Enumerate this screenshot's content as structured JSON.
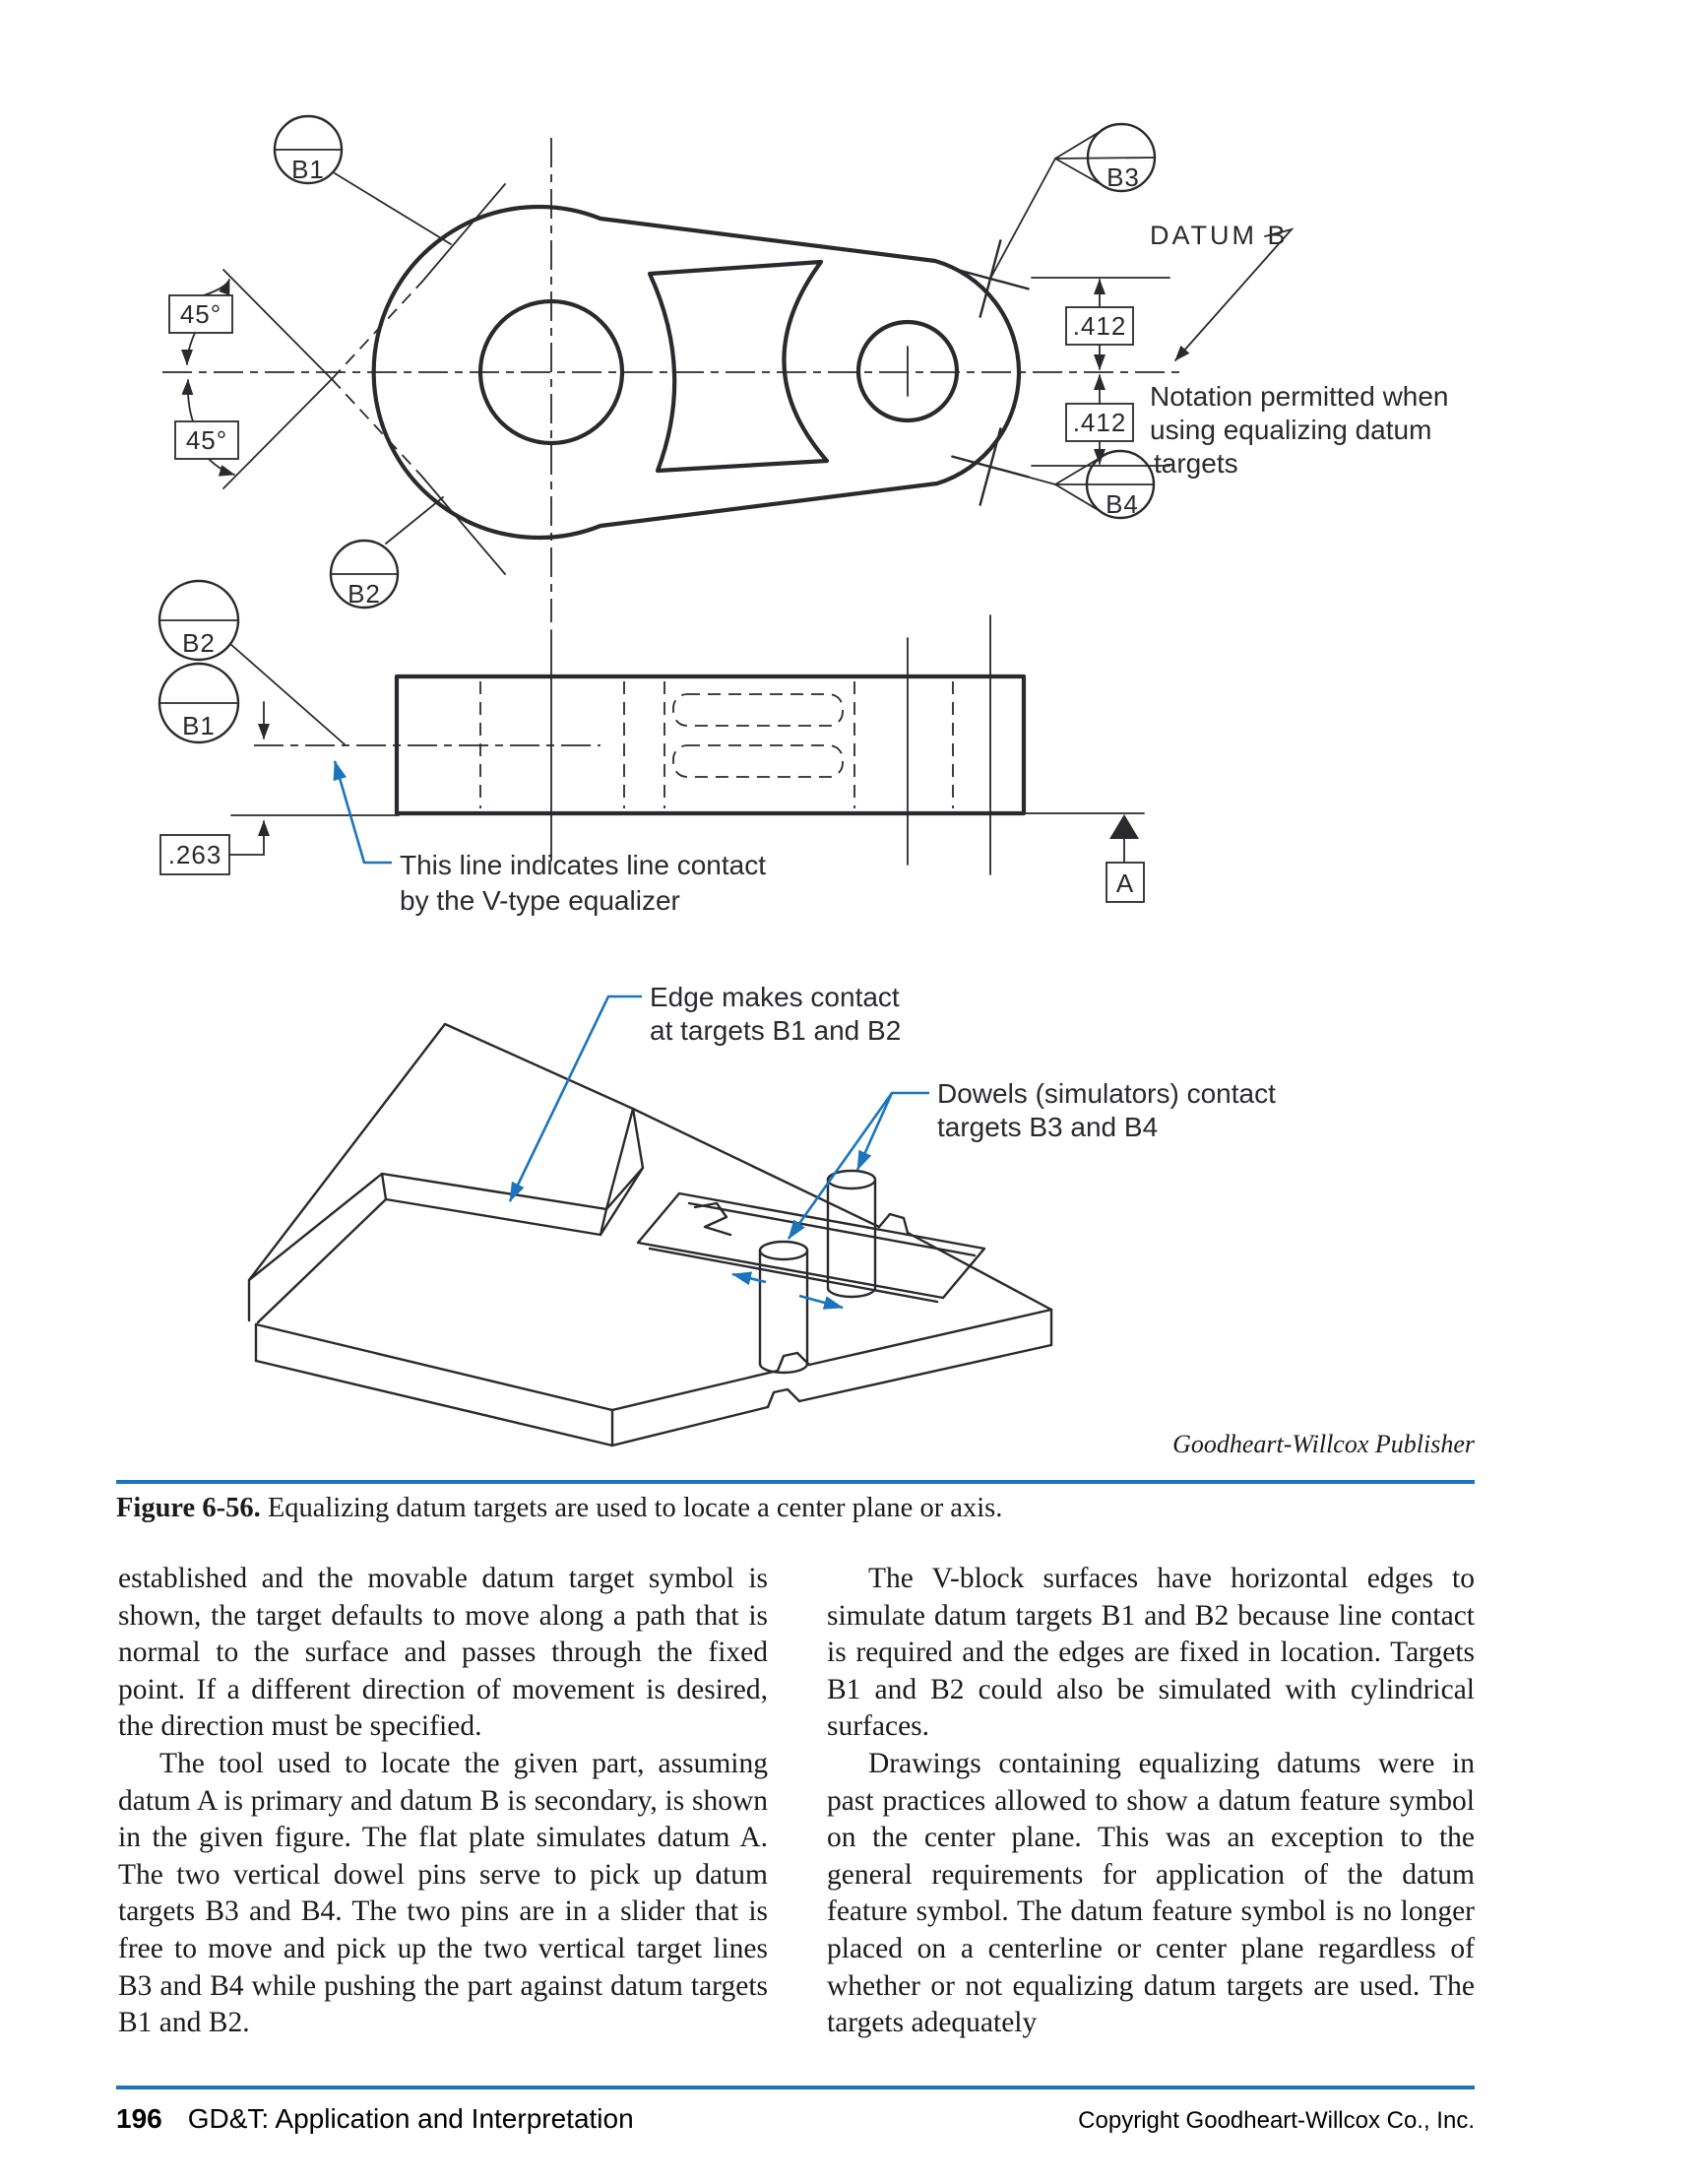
{
  "drawing_top": {
    "balloon_b1": "B1",
    "balloon_b2": "B2",
    "balloon_b3": "B3",
    "balloon_b4": "B4",
    "dim_angle_upper": "45°",
    "dim_angle_lower": "45°",
    "dim_offset_upper": ".412",
    "dim_offset_lower": ".412",
    "datum_b_label": "DATUM B",
    "note_lines": [
      "Notation permitted when",
      "using equalizing datum",
      "targets"
    ]
  },
  "drawing_side": {
    "balloon_b2": "B2",
    "balloon_b1": "B1",
    "dim_offset": ".263",
    "note_lines": [
      "This line indicates line contact",
      "by the V-type equalizer"
    ],
    "datum_a_label": "A"
  },
  "drawing_iso": {
    "note_edge_lines": [
      "Edge makes contact",
      "at targets B1 and B2"
    ],
    "note_dowel_lines": [
      "Dowels (simulators) contact",
      "targets B3 and B4"
    ]
  },
  "credit": "Goodheart-Willcox Publisher",
  "caption": {
    "label": "Figure 6-56.",
    "text": " Equalizing datum targets are used to locate a center plane or axis."
  },
  "body": {
    "left": [
      "established and the movable datum target symbol is shown, the target defaults to move along a path that is normal to the surface and passes through the fixed point. If a different direction of movement is desired, the direction must be specified.",
      "The tool used to locate the given part, assuming datum A is primary and datum B is secondary, is shown in the given figure. The flat plate simulates datum A. The two vertical dowel pins serve to pick up datum targets B3 and B4. The two pins are in a slider that is free to move and pick up the two vertical target lines B3 and B4 while pushing the part against datum targets B1 and B2."
    ],
    "right": [
      "The V-block surfaces have horizontal edges to simulate datum targets B1 and B2 because line contact is required and the edges are fixed in location. Targets B1 and B2 could also be simulated with cylindrical surfaces.",
      "Drawings containing equalizing datums were in past practices allowed to show a datum feature symbol on the center plane. This was an exception to the general requirements for application of the datum feature symbol. The datum feature symbol is no longer placed on a centerline or center plane regardless of whether or not equalizing datum targets are used. The targets adequately"
    ]
  },
  "footer": {
    "page_number": "196",
    "book_title": "GD&T: Application and Interpretation",
    "copyright": "Copyright Goodheart-Willcox Co., Inc."
  },
  "colors": {
    "accent_blue": "#1b75bc",
    "ink": "#2a2a2e"
  }
}
